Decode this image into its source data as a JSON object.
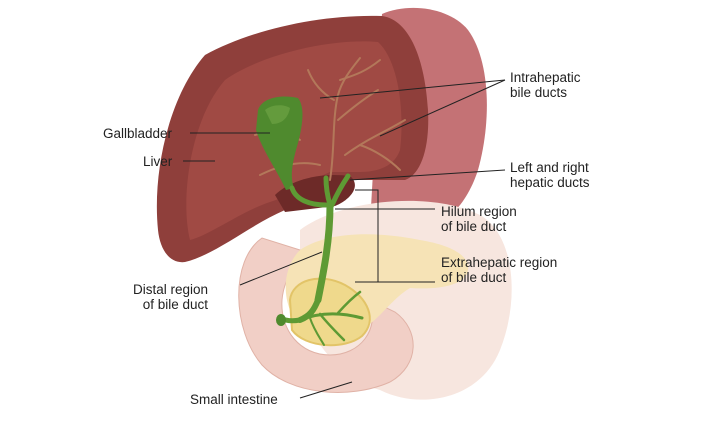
{
  "labels": {
    "intrahepatic": [
      "Intrahepatic",
      "bile ducts"
    ],
    "gallbladder": "Gallbladder",
    "liver": "Liver",
    "hepatic": [
      "Left and right",
      "hepatic ducts"
    ],
    "hilum": [
      "Hilum region",
      "of bile duct"
    ],
    "extrahepatic": [
      "Extrahepatic region",
      "of bile duct"
    ],
    "distal": [
      "Distal region",
      "of bile duct"
    ],
    "small_intestine": "Small intestine"
  },
  "colors": {
    "liver": "#8f3f3b",
    "liver_light": "#a9524b",
    "liver_far": "#c8777a",
    "gallbladder": "#4f8a2e",
    "duct": "#5e9a34",
    "intestine": "#f2d9d0",
    "pancreas": "#f5e1b5",
    "pancreas_duct_bg": "#efd98a",
    "leader": "#222222"
  }
}
